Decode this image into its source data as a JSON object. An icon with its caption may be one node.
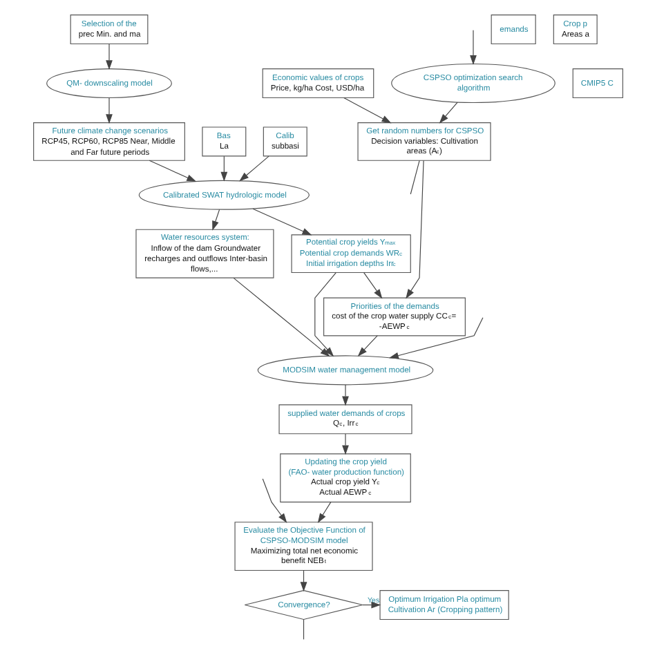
{
  "diagram": {
    "nodes": [
      {
        "text": [
          "CSPSO optimization search algorithm"
        ]
      },
      {
        "text": [
          "Economic values of crops",
          "Price, kg/ha Cost, USD/ha"
        ]
      },
      {
        "text": [
          "CMIP5 C"
        ]
      },
      {
        "text": [
          "QM- downscaling model"
        ]
      },
      {
        "text": [
          "Selection of the",
          "prec Min. and ma"
        ]
      },
      {
        "text": [
          "Get random numbers for CSPSO",
          "Decision variables: Cultivation areas (A$_{c}$)"
        ]
      },
      {
        "text": [
          "Future climate change scenarios",
          "RCP45, RCP60, RCP85 Near, Middle and Far future periods"
        ]
      },
      {
        "text": [
          "Bas",
          "La"
        ]
      },
      {
        "text": [
          "emands"
        ]
      },
      {
        "text": [
          "Priorities of the demands",
          "cost of the crop water supply CC$_{c}$= -AEWP$_{c}$"
        ]
      },
      {
        "text": [
          "Potential crop yields Y$_{max}$ Potential crop demands WR$_{c}$ Initial irrigation depths Irr$_{c}$"
        ]
      },
      {
        "text": [
          "Calibrated SWAT hydrologic model"
        ]
      },
      {
        "text": [
          "Calib",
          "subbasi"
        ]
      },
      {
        "text": [
          "Water resources system:",
          "Inflow of the dam Groundwater recharges and outflows Inter-basin flows,..."
        ]
      },
      {
        "text": [
          "Crop p",
          "Areas a"
        ]
      },
      {
        "text": [
          "MODSIM water management model"
        ]
      },
      {
        "text": [
          "supplied water demands of crops",
          "Q$_{c}$, Irr$_{c}$"
        ]
      },
      {
        "text": [
          "Evaluate the Objective Function of CSPSO-MODSIM model",
          "Maximizing total net economic benefit NEB$_{t}$"
        ]
      },
      {
        "text": [
          "Updating the crop yield",
          "(FAO- water production function)",
          "Actual crop yield Y$_{c}$ Actual AEWP$_{c}$"
        ]
      },
      {
        "text": [
          "Convergence?"
        ]
      },
      {
        "text": [
          "Optimum Irrigation Pla optimum Cultivation Ar (Cropping pattern)"
        ]
      }
    ],
    "edges": [
      {
        "from": null,
        "to": 0,
        "arrow": "to"
      },
      {
        "from": 0,
        "to": 5,
        "arrow": "to"
      },
      {
        "from": 1,
        "to": 5,
        "arrow": "to"
      },
      {
        "from": 5,
        "to": null,
        "arrow": "none"
      },
      {
        "from": 5,
        "to": 9,
        "arrow": "to"
      },
      {
        "from": 4,
        "to": 3,
        "arrow": "to"
      },
      {
        "from": 3,
        "to": 6,
        "arrow": "to"
      },
      {
        "from": 6,
        "to": 11,
        "arrow": "to"
      },
      {
        "from": 7,
        "to": 11,
        "arrow": "to"
      },
      {
        "from": 12,
        "to": 11,
        "arrow": "to"
      },
      {
        "from": 11,
        "to": 10,
        "arrow": "to"
      },
      {
        "from": 11,
        "to": 13,
        "arrow": "to"
      },
      {
        "from": 10,
        "to": 9,
        "arrow": "to"
      },
      {
        "from": 10,
        "to": 15,
        "arrow": "to"
      },
      {
        "from": 13,
        "to": 15,
        "arrow": "to"
      },
      {
        "from": null,
        "to": 15,
        "arrow": "to"
      },
      {
        "from": 9,
        "to": 15,
        "arrow": "to"
      },
      {
        "from": 15,
        "to": 16,
        "arrow": "to"
      },
      {
        "from": 16,
        "to": 18,
        "arrow": "to"
      },
      {
        "from": 18,
        "to": 17,
        "arrow": "to"
      },
      {
        "from": null,
        "to": 17,
        "arrow": "to"
      },
      {
        "from": 17,
        "to": 19,
        "arrow": "to"
      },
      {
        "from": 19,
        "to": 20,
        "arrow": "to",
        "label": "Yes"
      },
      {
        "from": 19,
        "to": null,
        "arrow": "none"
      }
    ]
  }
}
